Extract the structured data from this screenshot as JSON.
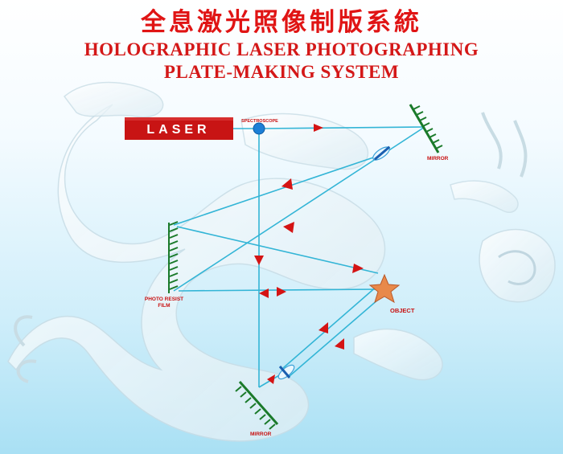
{
  "title": {
    "chinese": "全息激光照像制版系統",
    "english_line1": "HOLOGRAPHIC LASER PHOTOGRAPHING",
    "english_line2": "PLATE-MAKING SYSTEM"
  },
  "labels": {
    "laser": "LASER",
    "spectroscope": "SPECTROSCOPE",
    "mirror_top": "MIRROR",
    "mirror_bottom": "MIRROR",
    "film_line1": "PHOTO RESIST",
    "film_line2": "FILM",
    "object": "OBJECT"
  },
  "colors": {
    "title_red": "#e01414",
    "laser_box": "#c81414",
    "beam": "#33b5d6",
    "arrow": "#d41414",
    "mirror_green": "#1a7a2a",
    "spectroscope_blue": "#1c7fd6",
    "star_orange": "#e8894a"
  }
}
